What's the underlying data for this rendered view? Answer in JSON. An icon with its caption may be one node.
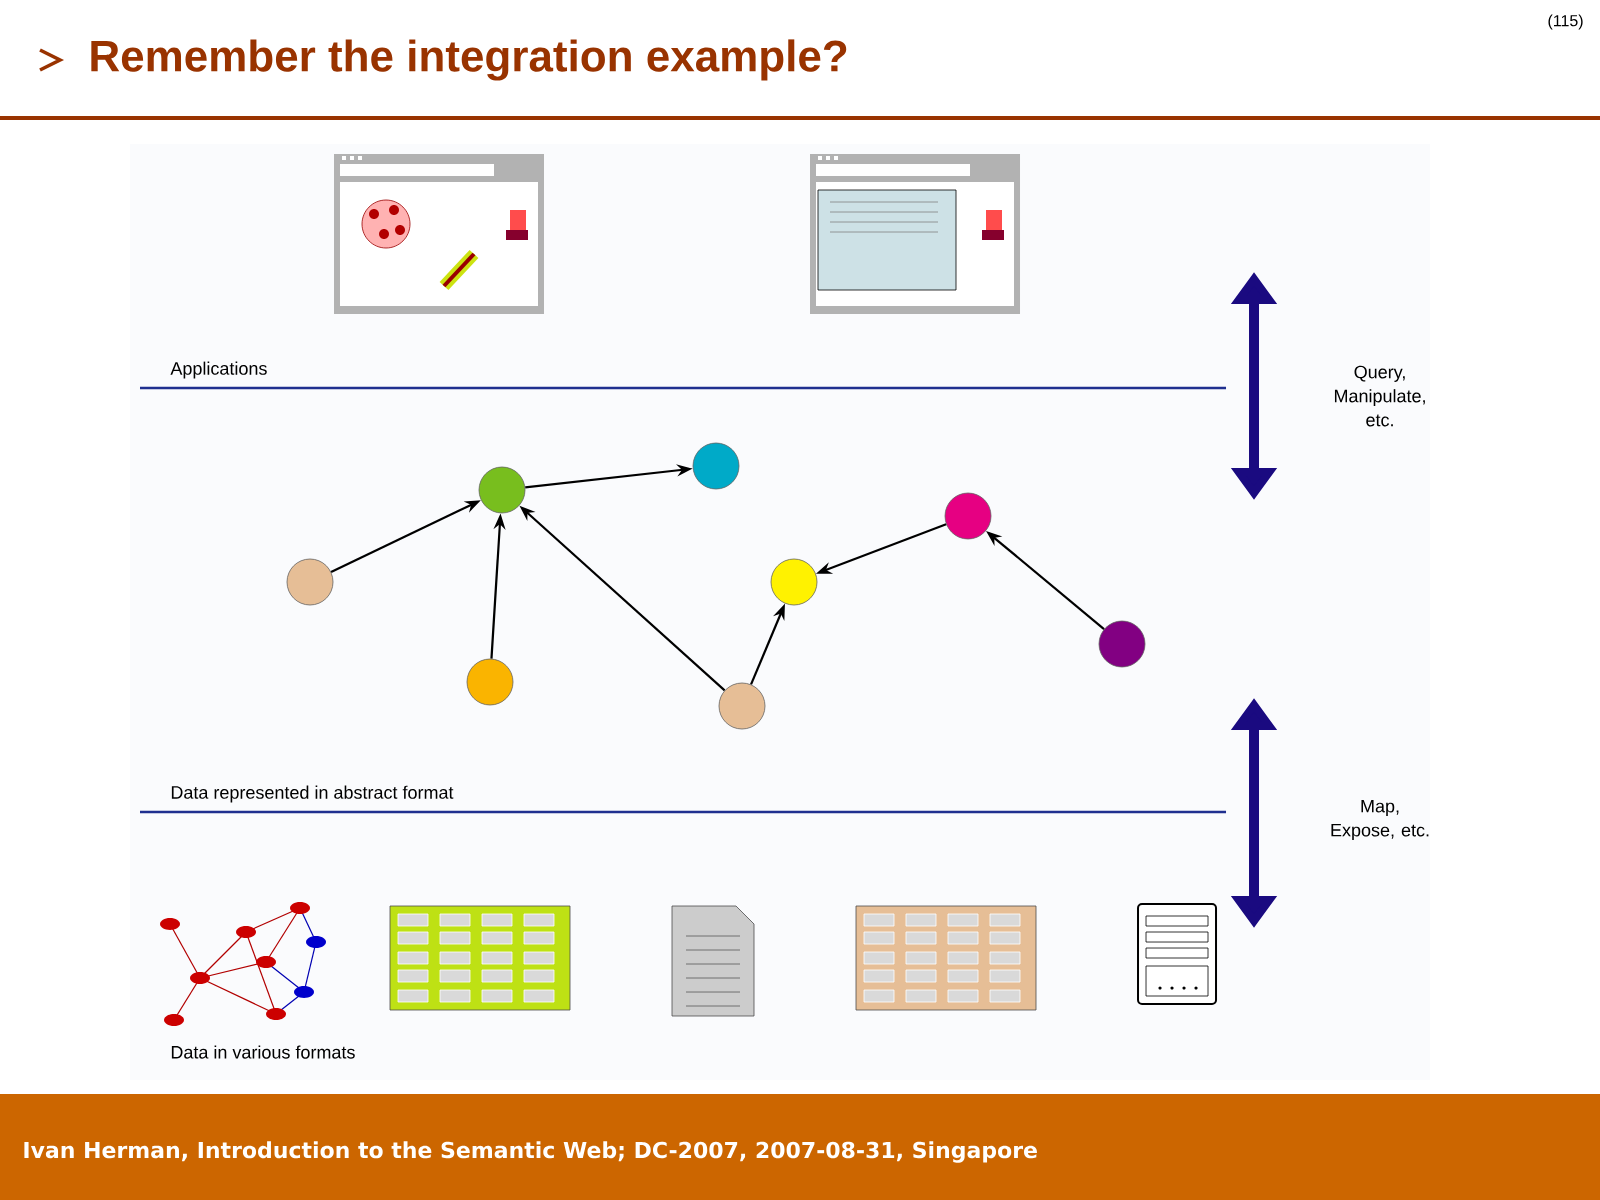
{
  "diagram": {
    "title": "Remember the integration example?",
    "nodes": [
      {
        "text": [],
        "shape": "circle"
      },
      {
        "text": [],
        "shape": "circle"
      },
      {
        "text": [],
        "shape": "circle"
      },
      {
        "text": [],
        "shape": "circle"
      },
      {
        "text": [],
        "shape": "circle"
      },
      {
        "text": [],
        "shape": "circle"
      },
      {
        "text": [],
        "shape": "circle"
      },
      {
        "text": [],
        "shape": "circle"
      }
    ],
    "edges": [
      {
        "from": 0,
        "to": 2,
        "arrow": "to"
      },
      {
        "from": 2,
        "to": 3,
        "arrow": "to"
      },
      {
        "from": 1,
        "to": 2,
        "arrow": "to"
      },
      {
        "from": 4,
        "to": 2,
        "arrow": "to"
      },
      {
        "from": 4,
        "to": 5,
        "arrow": "to"
      },
      {
        "from": 6,
        "to": 5,
        "arrow": "to"
      },
      {
        "from": 7,
        "to": 6,
        "arrow": "to"
      }
    ],
    "labels": [
      "(115)",
      "Applications",
      "Query, Manipulate, etc.",
      "Data represented in abstract format",
      "Map, Expose, etc.",
      "Data in various formats",
      "Ivan Herman, Introduction to the Semantic Web; DC-2007, 2007-08-31, Singapore"
    ]
  }
}
